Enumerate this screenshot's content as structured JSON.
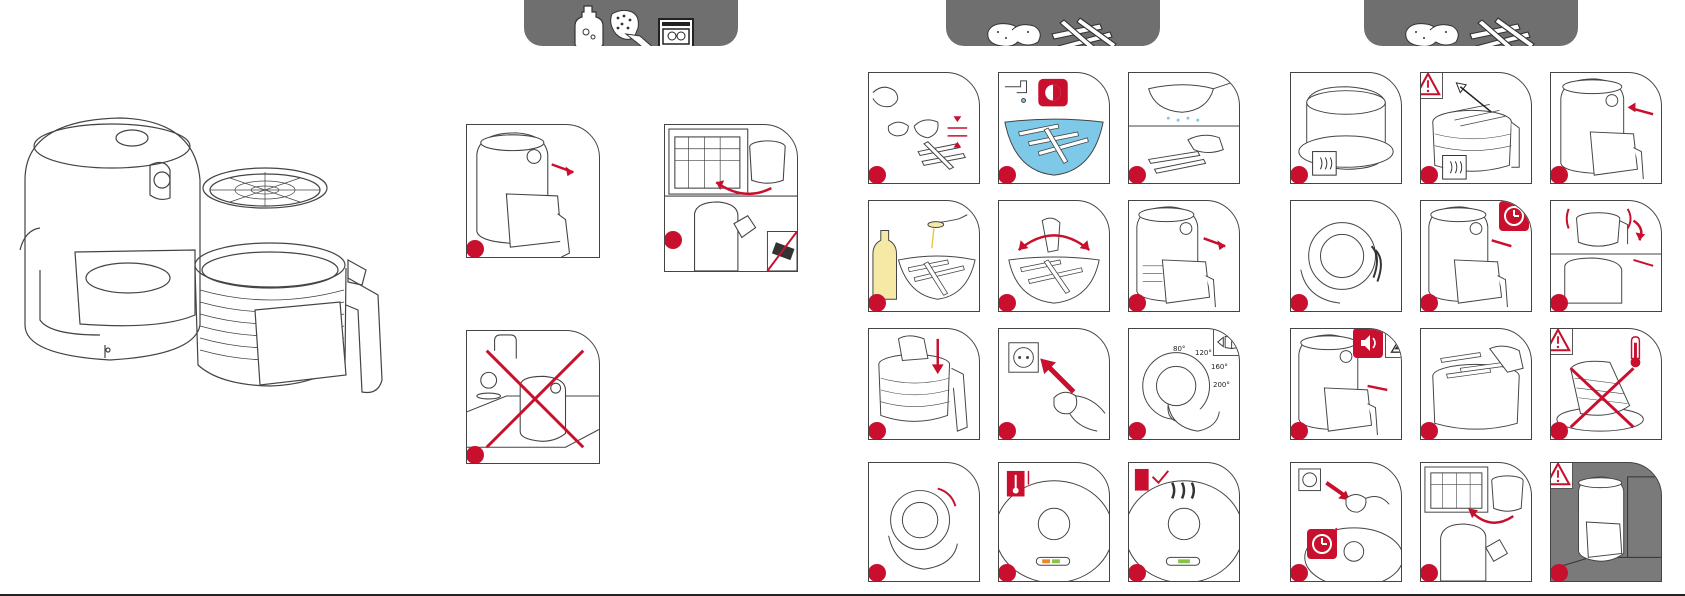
{
  "colors": {
    "accent_red": "#c8102e",
    "header_grey": "#6f6f6f",
    "line": "#444444",
    "water_blue": "#7ec8e8",
    "oil_yellow": "#f6e9a6",
    "dark_panel": "#7a7a7a"
  },
  "headers": [
    {
      "id": "cleaning",
      "icons": [
        "detergent-bottle-icon",
        "sponge-icon",
        "dishwasher-icon"
      ]
    },
    {
      "id": "fresh-fries",
      "icons": [
        "potato-icon",
        "fries-icon"
      ]
    },
    {
      "id": "cooking",
      "icons": [
        "potato-icon",
        "fries-icon"
      ]
    }
  ],
  "cleaning_steps": [
    {
      "id": "c1",
      "scene": "open-drawer"
    },
    {
      "id": "c2",
      "scene": "dishwasher-no-abrasive"
    },
    {
      "id": "c3",
      "scene": "no-water-immersion"
    }
  ],
  "prep_steps": [
    {
      "id": "p1",
      "scene": "peel-and-cut-potatoes",
      "icon": "height-icon"
    },
    {
      "id": "p2",
      "scene": "soak-in-water",
      "icon": "tap-icon"
    },
    {
      "id": "p3",
      "scene": "drain-and-dry",
      "icon": "towel-icon"
    },
    {
      "id": "p4",
      "scene": "add-oil",
      "icon": "oil-bottle-icon"
    },
    {
      "id": "p5",
      "scene": "mix-fries",
      "icon": "stir-icon"
    },
    {
      "id": "p6",
      "scene": "open-drawer",
      "icon": "arrow-icon"
    },
    {
      "id": "p7",
      "scene": "place-fries-in-basket",
      "icon": "arrow-down-icon"
    },
    {
      "id": "p8",
      "scene": "plug-in",
      "icon": "socket-icon"
    },
    {
      "id": "p9",
      "scene": "set-temperature",
      "icon": "book-icon"
    },
    {
      "id": "p10",
      "scene": "turn-timer",
      "icon": "dial-icon"
    },
    {
      "id": "p11",
      "scene": "heating-light",
      "icon": "thermometer-icon"
    },
    {
      "id": "p12",
      "scene": "ready-light",
      "icon": "check-icon"
    }
  ],
  "cook_steps": [
    {
      "id": "k1",
      "scene": "hot-base",
      "icon": "hot-surface-icon"
    },
    {
      "id": "k2",
      "scene": "hot-basket-warning",
      "icon": "warning-icon"
    },
    {
      "id": "k3",
      "scene": "insert-drawer",
      "icon": "arrow-icon"
    },
    {
      "id": "k4",
      "scene": "set-timer",
      "icon": "dial-icon"
    },
    {
      "id": "k5",
      "scene": "open-drawer-timer",
      "icon": "timer-icon"
    },
    {
      "id": "k6",
      "scene": "shake-basket",
      "icon": "shake-icon"
    },
    {
      "id": "k7",
      "scene": "beep-and-remove",
      "icon": "sound-icon"
    },
    {
      "id": "k8",
      "scene": "serve-fries",
      "icon": "tongs-icon"
    },
    {
      "id": "k9",
      "scene": "do-not-turn-upside-down",
      "icon": "warning-icon"
    },
    {
      "id": "k10",
      "scene": "unplug-cool",
      "icon": "plug-icon"
    },
    {
      "id": "k11",
      "scene": "dishwasher",
      "icon": "dishwasher-icon"
    },
    {
      "id": "k12",
      "scene": "store-away",
      "icon": "warning-icon"
    }
  ],
  "dial_labels": {
    "t80": "80°",
    "t120": "120°",
    "t160": "160°",
    "t200": "200°"
  }
}
